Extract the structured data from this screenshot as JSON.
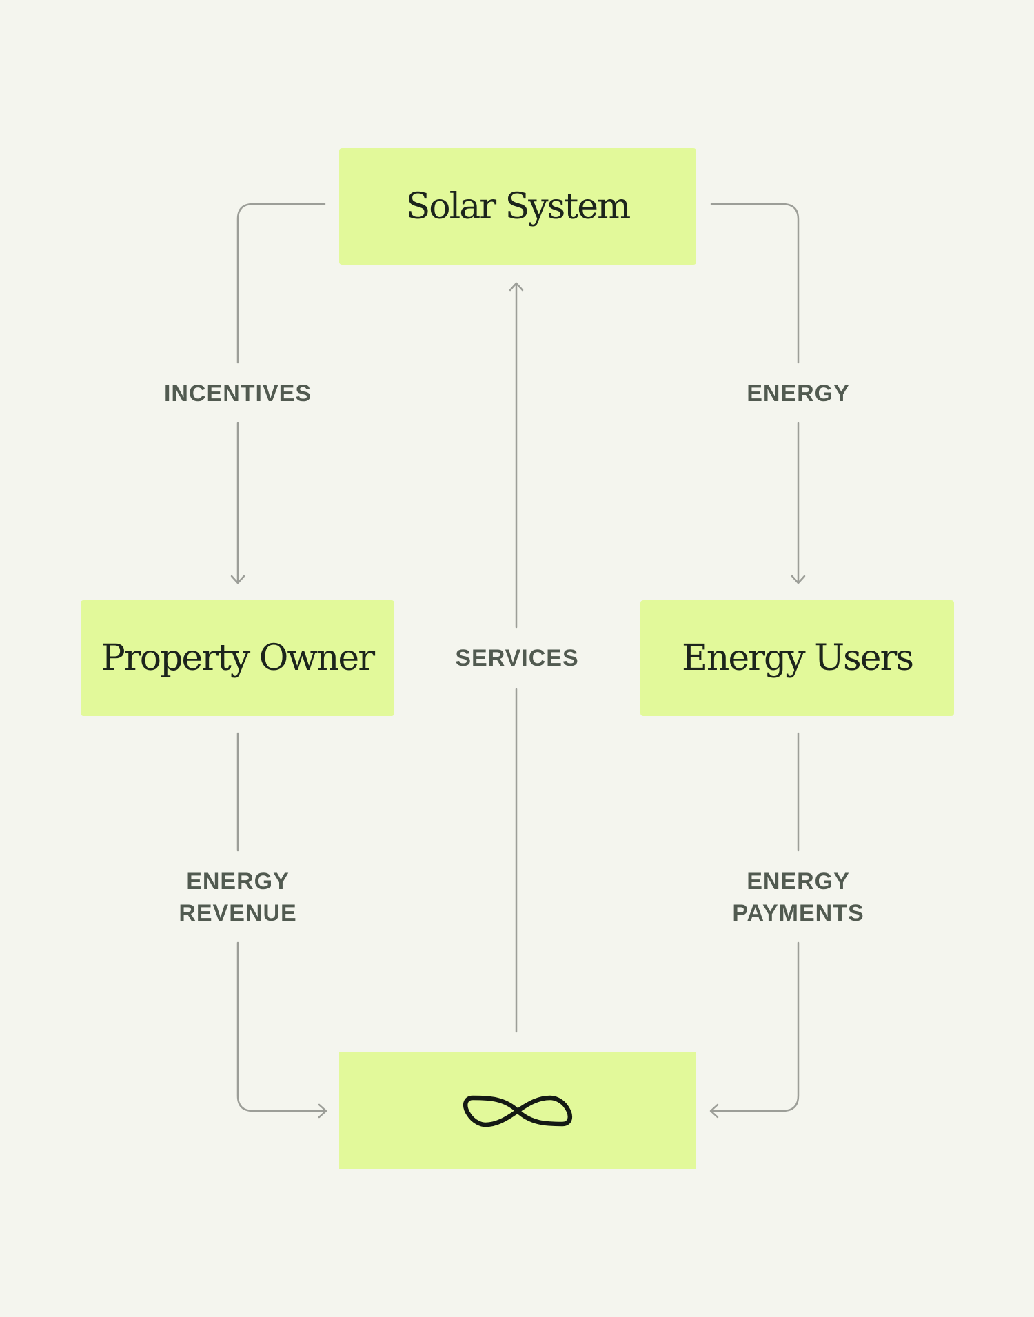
{
  "nodes": {
    "solar_system": "Solar System",
    "property_owner": "Property Owner",
    "energy_users": "Energy Users",
    "platform_logo": "wave-logo-icon"
  },
  "flows": {
    "incentives": "INCENTIVES",
    "energy": "ENERGY",
    "services": "SERVICES",
    "energy_revenue": "ENERGY\nREVENUE",
    "energy_payments": "ENERGY\nPAYMENTS"
  },
  "colors": {
    "background": "#f4f5ee",
    "box_fill": "#e2f99a",
    "box_text": "#1c241c",
    "label_text": "#515a50",
    "connector": "#9c9e98"
  }
}
